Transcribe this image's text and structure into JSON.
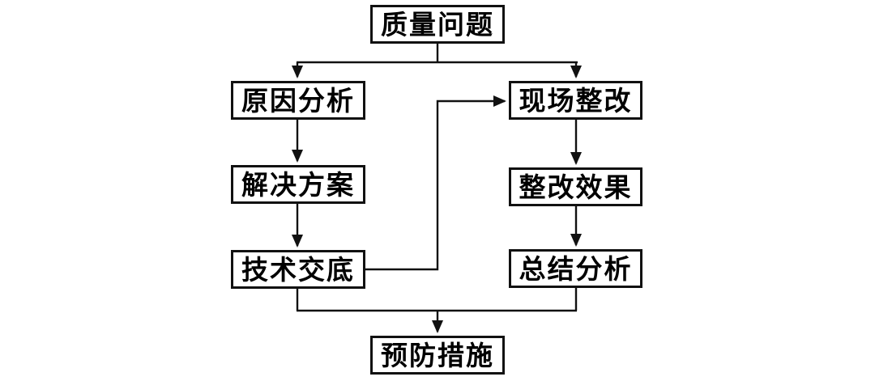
{
  "diagram": {
    "type": "flowchart",
    "background": "#ffffff",
    "line_color": "#111111",
    "box_fill": "#ffffff",
    "text_color": "#000000",
    "nodes": {
      "quality_problem": {
        "label": "质量问题"
      },
      "cause_analysis": {
        "label": "原因分析"
      },
      "solution_plan": {
        "label": "解决方案"
      },
      "technical_disclosure": {
        "label": "技术交底"
      },
      "site_rectification": {
        "label": "现场整改"
      },
      "rectification_effect": {
        "label": "整改效果"
      },
      "summary_analysis": {
        "label": "总结分析"
      },
      "preventive_measures": {
        "label": "预防措施"
      }
    },
    "edges": [
      {
        "from": "质量问题",
        "to": "原因分析"
      },
      {
        "from": "质量问题",
        "to": "现场整改"
      },
      {
        "from": "原因分析",
        "to": "解决方案"
      },
      {
        "from": "解决方案",
        "to": "技术交底"
      },
      {
        "from": "技术交底",
        "to": "现场整改"
      },
      {
        "from": "现场整改",
        "to": "整改效果"
      },
      {
        "from": "整改效果",
        "to": "总结分析"
      },
      {
        "from": "技术交底",
        "to": "预防措施"
      },
      {
        "from": "总结分析",
        "to": "预防措施"
      }
    ]
  }
}
